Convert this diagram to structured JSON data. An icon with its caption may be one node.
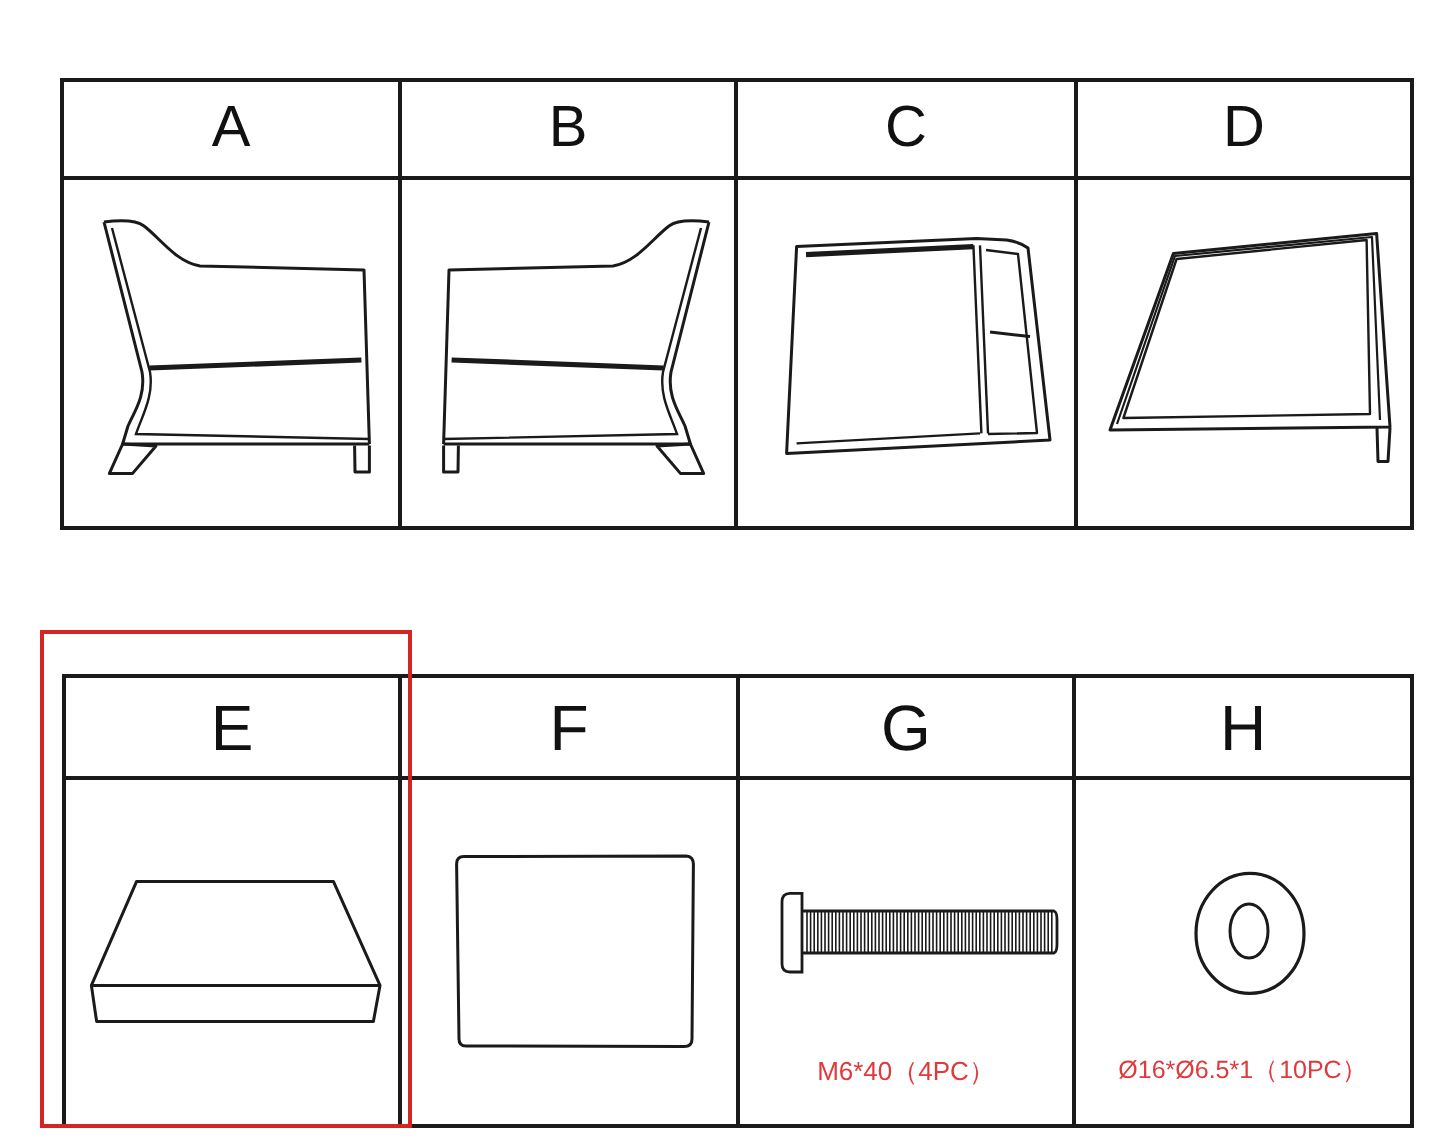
{
  "diagram": {
    "labels": [
      "A",
      "B",
      "C",
      "D",
      "E",
      "F",
      "G",
      "H",
      "M6*40（4PC）",
      "Ø16*Ø6.5*1（10PC）"
    ]
  }
}
